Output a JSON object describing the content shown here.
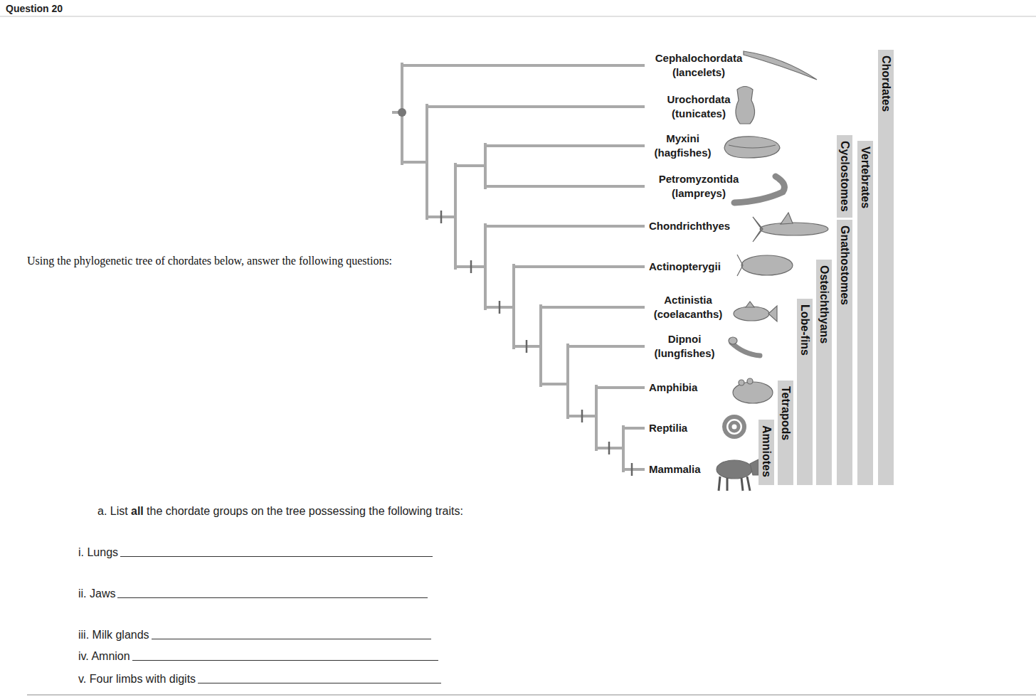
{
  "diagram": {
    "title": "Question 20",
    "nodes": [
      {
        "text": [
          "Chordates"
        ]
      },
      {
        "text": [
          "Vertebrates"
        ]
      },
      {
        "text": [
          "Cyclostomes"
        ]
      },
      {
        "text": [
          "Gnathostomes"
        ]
      },
      {
        "text": [
          "Osteichthyans"
        ]
      },
      {
        "text": [
          "Lobe-fins"
        ]
      },
      {
        "text": [
          "Tetrapods"
        ]
      },
      {
        "text": [
          "Amniotes"
        ]
      }
    ],
    "labels": [
      "Using the phylogenetic tree of chordates below, answer the following questions:",
      "Cephalochordata (lancelets)",
      "Urochordata (tunicates)",
      "Myxini (hagfishes)",
      "Petromyzontida (lampreys)",
      "Chondrichthyes",
      "Actinopterygii",
      "Actinistia (coelacanths)",
      "Dipnoi (lungfishes)",
      "Amphibia",
      "Reptilia",
      "Mammalia",
      "a. List",
      "all",
      "the chordate groups on the tree possessing the following traits:",
      "i. Lungs",
      "ii. Jaws",
      "iii. Milk glands",
      "iv. Amnion",
      "v. Four limbs with digits"
    ]
  }
}
